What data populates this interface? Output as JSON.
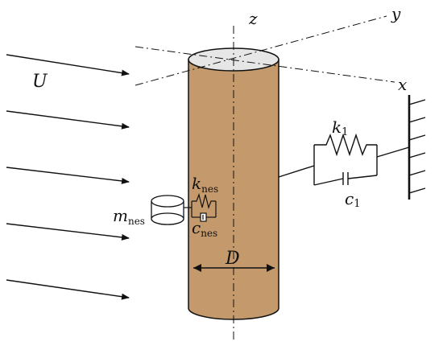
{
  "labels": {
    "axis_z": "z",
    "axis_y": "y",
    "axis_x": "x",
    "flow": "U",
    "stiffness_main": "k",
    "stiffness_main_sub": "1",
    "damping_main": "c",
    "damping_main_sub": "1",
    "nes_stiffness": "k",
    "nes_stiffness_sub": "nes",
    "nes_damping": "c",
    "nes_damping_sub": "nes",
    "nes_mass": "m",
    "nes_mass_sub": "nes",
    "diameter": "D"
  },
  "colors": {
    "cylinder_fill": "#C49A6C",
    "cylinder_top": "#E6E6E6",
    "line": "#111111"
  },
  "icons": [
    "flow-arrow-icon",
    "spring-icon",
    "damper-icon",
    "ground-wall-icon"
  ]
}
